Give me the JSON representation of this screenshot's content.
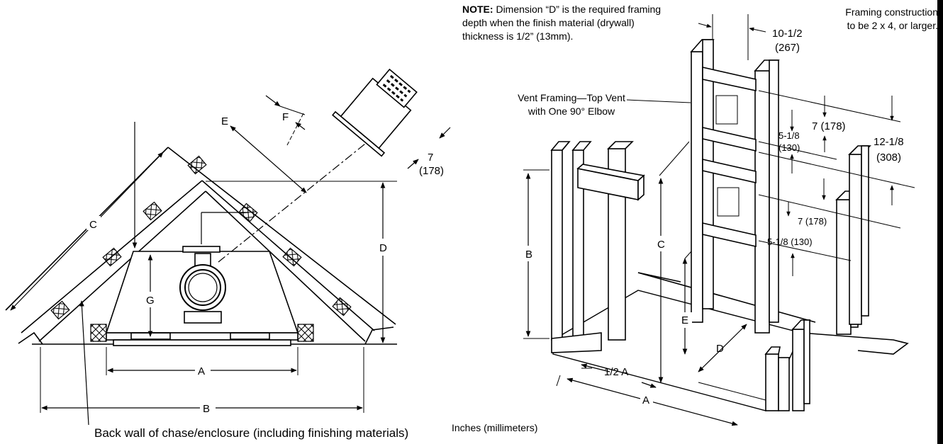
{
  "left_diagram": {
    "labels": {
      "C": "C",
      "E": "E",
      "F": "F",
      "D": "D",
      "G": "G",
      "A": "A",
      "B": "B",
      "dim_7": "7",
      "dim_7_mm": "(178)"
    },
    "caption": "Back wall of chase/enclosure (including finishing materials)"
  },
  "right_diagram": {
    "note_bold": "NOTE:",
    "note_text": " Dimension “D” is the required framing depth when the finish material (drywall) thickness is 1/2” (13mm).",
    "framing_note_line1": "Framing construction",
    "framing_note_line2": "to be 2 x 4, or larger.",
    "vent_label_line1": "Vent Framing—Top Vent",
    "vent_label_line2": "with One 90° Elbow",
    "dims": {
      "top_width": "10-1/2",
      "top_width_mm": "(267)",
      "d7a": "7 (178)",
      "d518a": "5-1/8",
      "d518a_mm": "(130)",
      "d1218": "12-1/8",
      "d1218_mm": "(308)",
      "d7b": "7 (178)",
      "d518b": "5-1/8 (130)"
    },
    "labels": {
      "B": "B",
      "C": "C",
      "E": "E",
      "D": "D",
      "half_A": "1/2 A",
      "A": "A"
    },
    "units": "Inches (millimeters)"
  }
}
